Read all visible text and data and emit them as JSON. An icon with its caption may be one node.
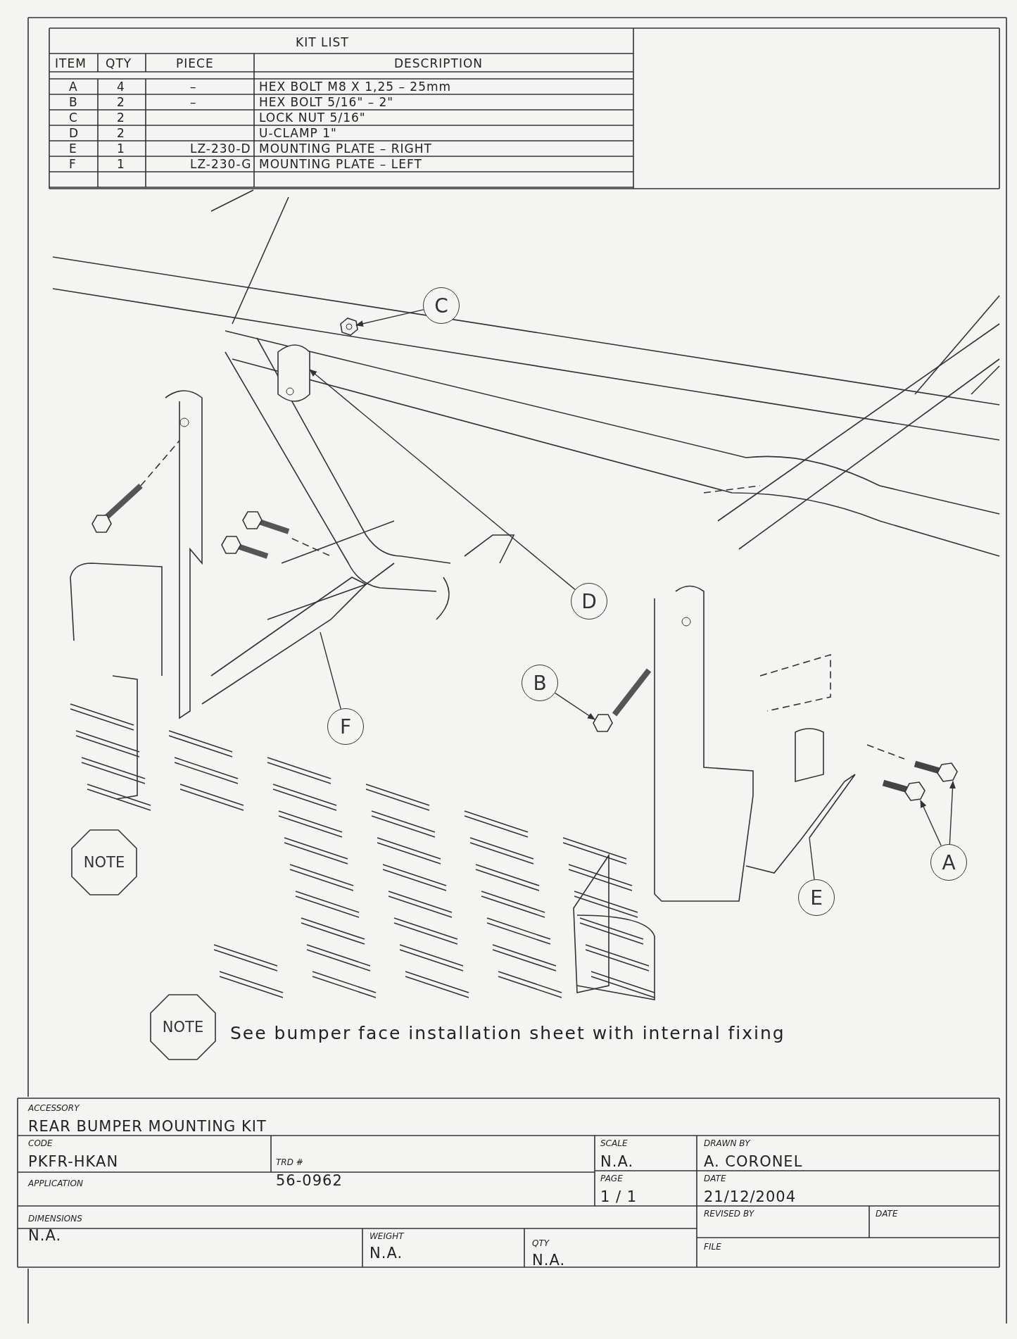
{
  "diagram": {
    "nodes": [
      {
        "text": [
          "C"
        ]
      },
      {
        "text": [
          "D"
        ]
      },
      {
        "text": [
          "B"
        ]
      },
      {
        "text": [
          "F"
        ]
      },
      {
        "text": [
          "E"
        ]
      },
      {
        "text": [
          "A"
        ]
      },
      {
        "text": [
          "NOTE"
        ]
      },
      {
        "text": [
          "NOTE"
        ],
        "beside": [
          "See bumper face installation sheet with internal fixing"
        ]
      },
      {
        "text": [],
        "shape": "picture"
      },
      {
        "text": [],
        "shape": "picture"
      },
      {
        "text": [],
        "shape": "picture"
      },
      {
        "text": [],
        "shape": "picture"
      },
      {
        "text": [],
        "shape": "picture"
      },
      {
        "text": [],
        "shape": "picture"
      },
      {
        "text": [],
        "shape": "picture"
      }
    ],
    "edges": [
      {
        "from": 0,
        "to": 8,
        "arrow": "to"
      },
      {
        "from": 1,
        "to": 9,
        "arrow": "to"
      },
      {
        "from": 2,
        "to": 10,
        "arrow": "to"
      },
      {
        "from": 3,
        "to": 11,
        "arrow": "none"
      },
      {
        "from": 4,
        "to": 12,
        "arrow": "none"
      },
      {
        "from": 5,
        "to": 13,
        "arrow": "to"
      },
      {
        "from": 5,
        "to": 14,
        "arrow": "to"
      }
    ],
    "labels": [
      "KIT LIST",
      "ITEM",
      "QTY",
      "PIECE",
      "DESCRIPTION",
      "A",
      "4",
      "–",
      "HEX BOLT M8 X 1,25 – 25mm",
      "B",
      "2",
      "–",
      "HEX BOLT 5/16\" – 2\"",
      "C",
      "2",
      "LOCK NUT 5/16\"",
      "D",
      "2",
      "U-CLAMP 1\"",
      "E",
      "1",
      "LZ-230-D",
      "MOUNTING PLATE – RIGHT",
      "F",
      "1",
      "LZ-230-G",
      "MOUNTING PLATE – LEFT",
      "ACCESSORY",
      "REAR BUMPER MOUNTING KIT",
      "CODE",
      "PKFR-HKAN",
      "TRD #",
      "56-0962",
      "APPLICATION",
      "SCALE",
      "N.A.",
      "DRAWN BY",
      "A. CORONEL",
      "PAGE",
      "1 / 1",
      "DATE",
      "21/12/2004",
      "DIMENSIONS",
      "N.A.",
      "REVISED BY",
      "DATE",
      "WEIGHT",
      "N.A.",
      "QTY",
      "N.A.",
      "FILE"
    ]
  }
}
